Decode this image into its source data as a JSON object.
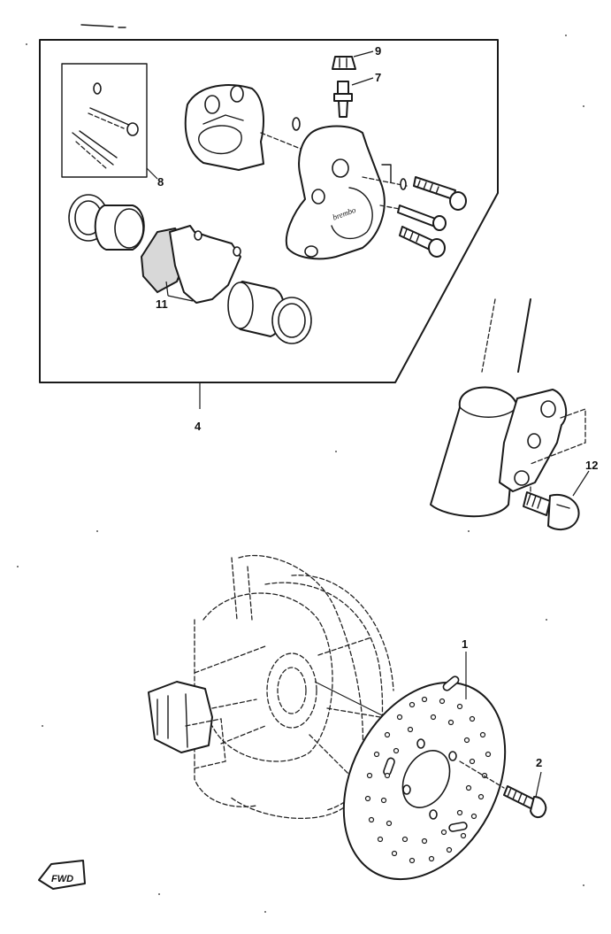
{
  "callouts": {
    "disc": "1",
    "disc_bolt": "2",
    "caliper_assembly": "4",
    "bleed_screw": "7",
    "bleed_cap": "9",
    "seal_kit": "8",
    "pad_set": "11",
    "mount_bolt": "12"
  },
  "fwd_label": "FWD",
  "caliper_brand": "brembo"
}
